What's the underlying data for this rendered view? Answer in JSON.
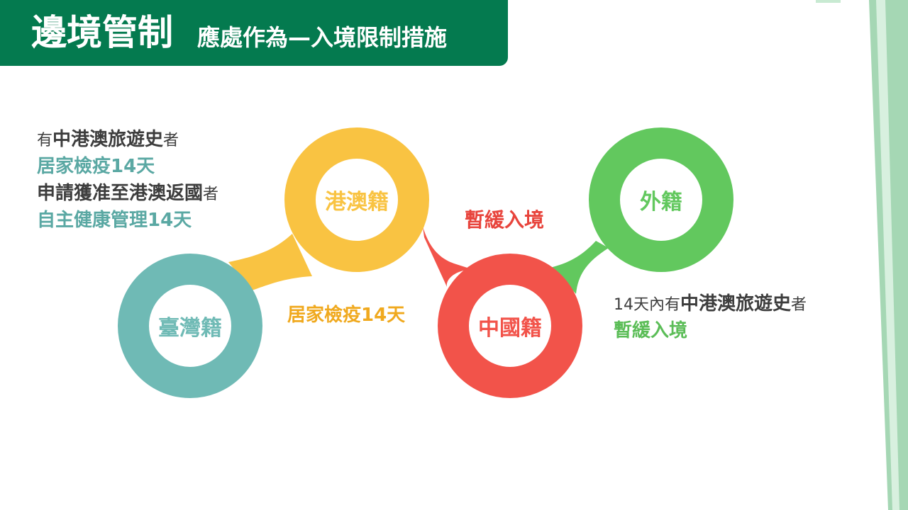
{
  "header": {
    "title_main": "邊境管制",
    "title_sub": "應處作為—入境限制措施"
  },
  "nodes": {
    "taiwan": "臺灣籍",
    "hkmo": "港澳籍",
    "china": "中國籍",
    "foreign": "外籍"
  },
  "left_note": {
    "line1_prefix": "有",
    "line1_main": "中港澳旅遊史",
    "line1_suffix": "者",
    "line2": "居家檢疫14天",
    "line3_main": "申請獲准至港澳返國",
    "line3_suffix": "者",
    "line4": "自主健康管理14天"
  },
  "center_note": "居家檢疫14天",
  "top_note": "暫緩入境",
  "right_note": {
    "line1_prefix": "14天內有",
    "line1_main": "中港澳旅遊史",
    "line1_suffix": "者",
    "line2": "暫緩入境"
  },
  "colors": {
    "header_bg": "#047a4f",
    "teal": "#6fbab5",
    "yellow": "#f9c342",
    "red": "#f2534a",
    "green": "#62c85e",
    "text_dark": "#3d3d3d",
    "teal_text": "#5aa8a3",
    "yellow_text": "#f0a91e",
    "red_text": "#e8443c",
    "green_text": "#5bbd57"
  }
}
